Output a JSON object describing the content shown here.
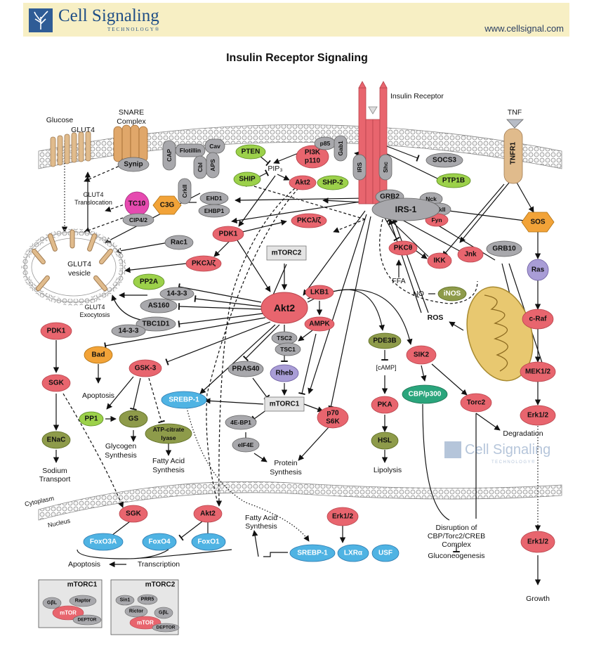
{
  "brand": {
    "name": "Cell Signaling",
    "sub": "TECHNOLOGY®",
    "url": "www.cellsignal.com"
  },
  "title": "Insulin Receptor Signaling",
  "labels": {
    "insulin_receptor": "Insulin Receptor",
    "tnf": "TNF",
    "glucose": "Glucose",
    "glut4": "GLUT4",
    "snare1": "SNARE",
    "snare2": "Complex",
    "glut4_transloc1": "GLUT4",
    "glut4_transloc2": "Translocation",
    "glut4_vesicle1": "GLUT4",
    "glut4_vesicle2": "vesicle",
    "glut4_exo1": "GLUT4",
    "glut4_exo2": "Exocytosis",
    "pip3": "PIP₃",
    "ffa": "FFA",
    "no": "NO",
    "ros": "ROS",
    "camp": "[cAMP]",
    "apoptosis": "Apoptosis",
    "glycogen1": "Glycogen",
    "glycogen2": "Synthesis",
    "fas1": "Fatty Acid",
    "fas2": "Synthesis",
    "sodium1": "Sodium",
    "sodium2": "Transport",
    "protein1": "Protein",
    "protein2": "Synthesis",
    "lipolysis": "Lipolysis",
    "degradation": "Degradation",
    "cytoplasm": "Cytoplasm",
    "nucleus": "Nucleus",
    "fas_nuc1": "Fatty Acid",
    "fas_nuc2": "Synthesis",
    "disruption1": "Disruption of",
    "disruption2": "CBP/Torc2/CREB",
    "disruption3": "Complex",
    "gluconeo": "Gluconeogenesis",
    "growth": "Growth",
    "apoptosis_nuc": "Apoptosis",
    "transcription": "Transcription"
  },
  "nodes": {
    "flotillin": "Flotillin",
    "cav": "Cav",
    "cap": "CAP",
    "cbl": "Cbl",
    "aps": "APS",
    "crkii_l": "CrkII",
    "synip": "Synip",
    "tc10": "TC10",
    "c3g": "C3G",
    "cip4": "CIP4/2",
    "ehd1": "EHD1",
    "ehbp1": "EHBP1",
    "rac1": "Rac1",
    "pten": "PTEN",
    "ship": "SHIP",
    "pi3k": "PI3K",
    "p110": "p110",
    "p85": "p85",
    "gab1": "Gab1",
    "irs": "IRS",
    "shc": "Shc",
    "akt2_top": "Akt2",
    "shp2": "SHP-2",
    "pkc_top": "PKCλ/ζ",
    "grb2": "GRB2",
    "irs1": "IRS-1",
    "nck": "Nck",
    "crkii": "CrkII",
    "fyn": "Fyn",
    "socs3": "SOCS3",
    "ptp1b": "PTP1B",
    "tnfr1": "TNFR1",
    "sos": "SOS",
    "ras": "Ras",
    "craf": "c-Raf",
    "mek": "MEK1/2",
    "erk_cyto": "Erk1/2",
    "pdk1": "PDK1",
    "mtorc2": "mTORC2",
    "pkc_mid": "PKCλ/ζ",
    "pp2a": "PP2A",
    "_1433a": "14-3-3",
    "as160": "AS160",
    "tbc1d1": "TBC1D1",
    "_1433b": "14-3-3",
    "akt2": "Akt2",
    "lkb1": "LKB1",
    "ampk": "AMPK",
    "tsc2": "TSC2",
    "tsc1": "TSC1",
    "rheb": "Rheb",
    "pkc_theta": "PKCθ",
    "ikk": "IKK",
    "jnk": "Jnk",
    "grb10": "GRB10",
    "inos": "iNOS",
    "pde3b": "PDE3B",
    "pka": "PKA",
    "hsl": "HSL",
    "sik2": "SIK2",
    "cbp": "CBP/p300",
    "torc2": "Torc2",
    "pdk1_left": "PDK1",
    "sgk": "SGK",
    "enac": "ENaC",
    "bad": "Bad",
    "gsk3": "GSK-3",
    "srebp_cyto": "SREBP-1",
    "pras40": "PRAS40",
    "mtorc1": "mTORC1",
    "p70": "p70",
    "s6k": "S6K",
    "ebp1": "4E-BP1",
    "eif4e": "eIF4E",
    "pp1": "PP1",
    "gs": "GS",
    "acl1": "ATP-citrate",
    "acl2": "lyase",
    "sgk_nuc": "SGK",
    "akt2_nuc": "Akt2",
    "foxo3a": "FoxO3A",
    "foxo4": "FoxO4",
    "foxo1": "FoxO1",
    "erk_nuc": "Erk1/2",
    "srebp_nuc": "SREBP-1",
    "lxr": "LXRα",
    "usf": "USF",
    "erk_right": "Erk1/2"
  },
  "inset": {
    "mtorc1_title": "mTORC1",
    "mtorc2_title": "mTORC2",
    "gbl": "GβL",
    "raptor": "Raptor",
    "mtor": "mTOR",
    "deptor": "DEPTOR",
    "sin1": "Sin1",
    "prr5": "PRR5",
    "rictor": "Rictor",
    "gbl2": "GβL",
    "mtor2": "mTOR",
    "deptor2": "DEPTOR"
  },
  "colors": {
    "red": "#e8656e",
    "gray": "#a8a8ac",
    "green": "#9cd14a",
    "olive": "#8e9b4a",
    "blue": "#4fb3e3",
    "orange": "#f2a338",
    "purple": "#a99dd6",
    "magenta": "#e64ab0",
    "teal": "#2aa57c",
    "tan": "#e0bb8c",
    "membrane": "#d8d8d8"
  }
}
